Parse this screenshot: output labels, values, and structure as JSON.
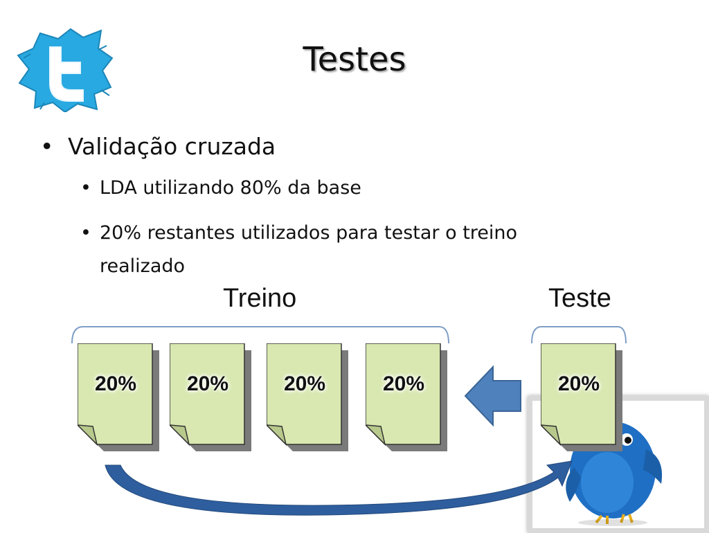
{
  "slide": {
    "title": "Testes",
    "bullets": [
      {
        "level": 1,
        "text": "Validação cruzada"
      },
      {
        "level": 2,
        "text": "LDA utilizando 80% da base"
      },
      {
        "level": 2,
        "text": "20% restantes utilizados para testar o treino realizado"
      }
    ],
    "bullet_glyph": "•"
  },
  "diagram": {
    "groups": [
      {
        "label": "Treino"
      },
      {
        "label": "Teste"
      }
    ],
    "cards": [
      {
        "label": "20%"
      },
      {
        "label": "20%"
      },
      {
        "label": "20%"
      },
      {
        "label": "20%"
      },
      {
        "label": "20%"
      }
    ]
  },
  "icons": [
    "twitter-logo-icon",
    "bracket-icon",
    "left-arrow-icon",
    "curved-arrow-icon",
    "twitter-bird-icon"
  ],
  "colors": {
    "card_fill": "#d8e8b0",
    "logo_blue": "#29a9e1",
    "arrow_blue": "#4f81bd",
    "curve_arrow": "#2e5e9e",
    "bracket": "#7f9fc6",
    "bird_blue": "#1f6fc4"
  }
}
